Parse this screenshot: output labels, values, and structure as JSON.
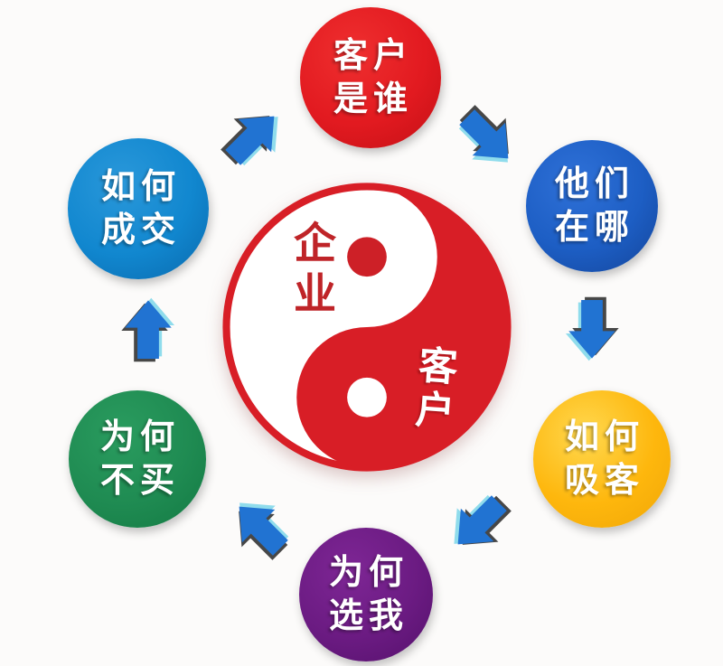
{
  "colors": {
    "background": "#fcfbfa",
    "arrow_blue": "#2173d2",
    "arrow_shadow": "#474747",
    "arrow_glow": "#8fdcec",
    "yinyang_red": "#d81e26",
    "dot_red": "#cd2027",
    "enterprise_text": "#bf2428"
  },
  "center": {
    "left_label": "企业",
    "right_label": "客户"
  },
  "nodes": [
    {
      "id": "customer-who",
      "line1": "客户",
      "line2": "是谁",
      "color_light": "#ef2f2f",
      "color_main": "#e21a20",
      "color_dark": "#c31016"
    },
    {
      "id": "where-are-they",
      "line1": "他们",
      "line2": "在哪",
      "color_light": "#2f71d8",
      "color_main": "#1d5ec4",
      "color_dark": "#14459a"
    },
    {
      "id": "how-to-attract",
      "line1": "如何",
      "line2": "吸客",
      "color_light": "#ffd84f",
      "color_main": "#feb70d",
      "color_dark": "#f0a607"
    },
    {
      "id": "why-choose-me",
      "line1": "为何",
      "line2": "选我",
      "color_light": "#7e2695",
      "color_main": "#6b1b82",
      "color_dark": "#55106c"
    },
    {
      "id": "why-not-buy",
      "line1": "为何",
      "line2": "不买",
      "color_light": "#2a9c5f",
      "color_main": "#1f8b52",
      "color_dark": "#137a43"
    },
    {
      "id": "how-to-close",
      "line1": "如何",
      "line2": "成交",
      "color_light": "#2a98da",
      "color_main": "#1187cf",
      "color_dark": "#0a69ad"
    }
  ],
  "arrows": [
    {
      "direction": "up-right"
    },
    {
      "direction": "down-right"
    },
    {
      "direction": "down"
    },
    {
      "direction": "down-left"
    },
    {
      "direction": "up-left"
    },
    {
      "direction": "up"
    }
  ]
}
